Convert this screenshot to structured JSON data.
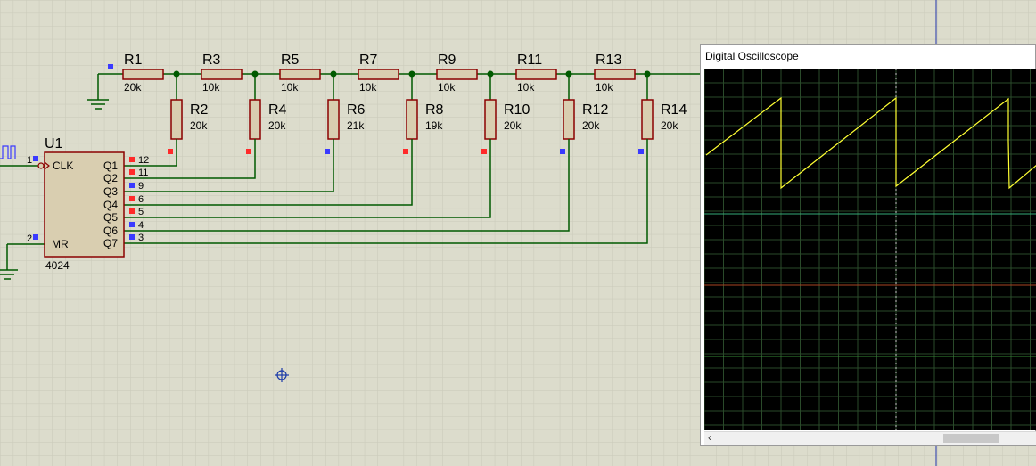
{
  "chip": {
    "ref": "U1",
    "part": "4024",
    "clk_label": "CLK",
    "mr_label": "MR",
    "clk_pin": "1",
    "mr_pin": "2",
    "outputs": [
      {
        "name": "Q1",
        "pin": "12"
      },
      {
        "name": "Q2",
        "pin": "11"
      },
      {
        "name": "Q3",
        "pin": "9"
      },
      {
        "name": "Q4",
        "pin": "6"
      },
      {
        "name": "Q5",
        "pin": "5"
      },
      {
        "name": "Q6",
        "pin": "4"
      },
      {
        "name": "Q7",
        "pin": "3"
      }
    ]
  },
  "series_resistors": [
    {
      "ref": "R1",
      "value": "20k"
    },
    {
      "ref": "R3",
      "value": "10k"
    },
    {
      "ref": "R5",
      "value": "10k"
    },
    {
      "ref": "R7",
      "value": "10k"
    },
    {
      "ref": "R9",
      "value": "10k"
    },
    {
      "ref": "R11",
      "value": "10k"
    },
    {
      "ref": "R13",
      "value": "10k"
    }
  ],
  "shunt_resistors": [
    {
      "ref": "R2",
      "value": "20k",
      "probe": "high"
    },
    {
      "ref": "R4",
      "value": "20k",
      "probe": "high"
    },
    {
      "ref": "R6",
      "value": "21k",
      "probe": "low"
    },
    {
      "ref": "R8",
      "value": "19k",
      "probe": "high"
    },
    {
      "ref": "R10",
      "value": "20k",
      "probe": "high"
    },
    {
      "ref": "R12",
      "value": "20k",
      "probe": "low"
    },
    {
      "ref": "R14",
      "value": "20k",
      "probe": "low"
    }
  ],
  "pin_states": {
    "Q1": "high",
    "Q2": "high",
    "Q3": "low",
    "Q4": "high",
    "Q5": "high",
    "Q6": "low",
    "Q7": "low",
    "CLK": "low",
    "MR": "low",
    "R1_left": "low"
  },
  "colors": {
    "canvas": "#dcdccc",
    "grid": "#c9c9b9",
    "wire": "#005a00",
    "component": "#8b0000",
    "component_fill": "#d9ceb0",
    "chip_fill": "#d9ceb0",
    "state_high": "#ff2a2a",
    "state_low": "#3a3aff",
    "scope_grid": "#2a4a2a",
    "trace_a": "#ffff33",
    "trace_b": "#33aa77",
    "trace_c": "#aa4422",
    "trace_d": "#338833"
  },
  "oscilloscope": {
    "title": "Digital Oscilloscope",
    "scroll_left_icon": "chevron-left-icon",
    "channel_a_waveform": "sawtooth"
  },
  "cursor": {
    "icon": "crosshair-icon"
  }
}
